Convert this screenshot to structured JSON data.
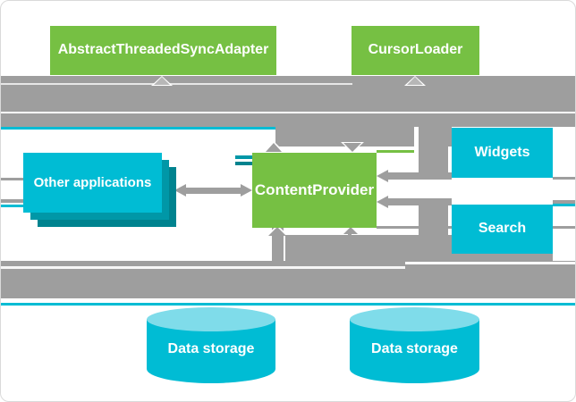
{
  "diagram": {
    "description": "Android ContentProvider architecture diagram",
    "nodes": {
      "sync_adapter": {
        "label": "AbstractThreadedSyncAdapter"
      },
      "cursor_loader": {
        "label": "CursorLoader"
      },
      "content_provider": {
        "label": "ContentProvider"
      },
      "other_applications": {
        "label": "Other applications"
      },
      "widgets": {
        "label": "Widgets"
      },
      "search": {
        "label": "Search"
      },
      "data_storage_left": {
        "label": "Data storage"
      },
      "data_storage_right": {
        "label": "Data storage"
      }
    }
  },
  "colors": {
    "green": "#76c043",
    "cyan": "#00bcd4",
    "cyan_light": "#7fdcea",
    "teal_mid": "#0097a7",
    "teal_dark": "#00838f",
    "gray": "#9e9e9e",
    "gray_light": "#b7b7b7"
  }
}
